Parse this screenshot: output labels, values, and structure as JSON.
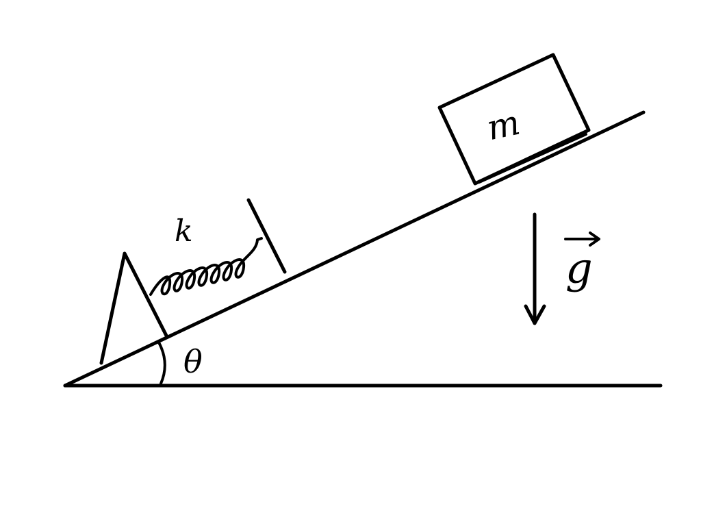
{
  "diagram": {
    "mass_label": "m",
    "spring_label": "k",
    "angle_label": "θ",
    "gravity_label": "g",
    "colors": {
      "ink": "#000000",
      "background": "#ffffff"
    }
  }
}
